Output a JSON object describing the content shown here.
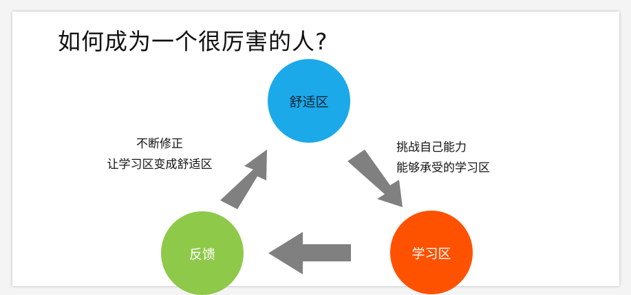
{
  "title": "如何成为一个很厉害的人?",
  "nodes": {
    "comfort": {
      "label": "舒适区",
      "color": "#1ba9e9"
    },
    "learning": {
      "label": "学习区",
      "color": "#ff5200"
    },
    "feedback": {
      "label": "反馈",
      "color": "#8fc94a"
    }
  },
  "notes": {
    "right": [
      "挑战自己能力",
      "能够承受的学习区"
    ],
    "left": [
      "不断修正",
      "让学习区变成舒适区"
    ]
  },
  "arrow_color": "#808080"
}
